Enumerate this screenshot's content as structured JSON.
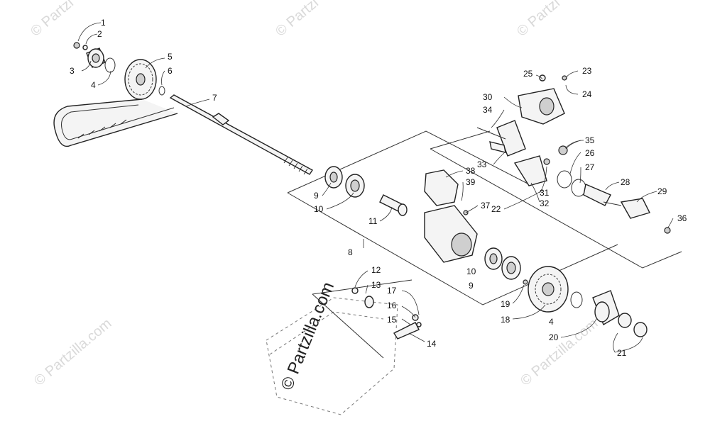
{
  "diagram": {
    "watermark": "© Partzilla.com",
    "watermark_short": "© Partzi",
    "watermark_prominent": "© Partzilla.com",
    "callouts": {
      "c1": "1",
      "c2": "2",
      "c3": "3",
      "c4": "4",
      "c5": "5",
      "c6": "6",
      "c7": "7",
      "c8": "8",
      "c9a": "9",
      "c9b": "9",
      "c10a": "10",
      "c10b": "10",
      "c11": "11",
      "c12": "12",
      "c13": "13",
      "c14": "14",
      "c15": "15",
      "c16": "16",
      "c17": "17",
      "c18": "18",
      "c19": "19",
      "c20": "20",
      "c21": "21",
      "c22": "22",
      "c23": "23",
      "c24": "24",
      "c25": "25",
      "c26": "26",
      "c27": "27",
      "c28": "28",
      "c29": "29",
      "c30": "30",
      "c31": "31",
      "c32": "32",
      "c33": "33",
      "c34": "34",
      "c35": "35",
      "c36": "36",
      "c37": "37",
      "c38": "38",
      "c39": "39",
      "c4b": "4"
    }
  }
}
